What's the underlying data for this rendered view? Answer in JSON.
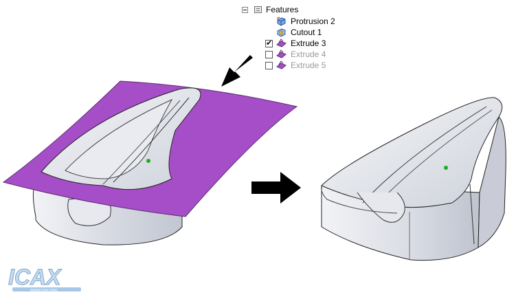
{
  "feature_tree": {
    "root_label": "Features",
    "items": [
      {
        "label": "Protrusion 2",
        "icon": "protrusion-icon",
        "checkbox": false,
        "checked": false,
        "enabled": true
      },
      {
        "label": "Cutout 1",
        "icon": "cutout-icon",
        "checkbox": false,
        "checked": false,
        "enabled": true
      },
      {
        "label": "Extrude 3",
        "icon": "extrude-surface-icon",
        "checkbox": true,
        "checked": true,
        "enabled": true
      },
      {
        "label": "Extrude 4",
        "icon": "extrude-surface-icon",
        "checkbox": true,
        "checked": false,
        "enabled": false
      },
      {
        "label": "Extrude 5",
        "icon": "extrude-surface-icon",
        "checkbox": true,
        "checked": false,
        "enabled": false
      }
    ]
  },
  "logo": {
    "text": "ICAX",
    "subtext": "WWW.ICAX.ORG"
  },
  "colors": {
    "surface_purple": "#a64ec7",
    "body_gray": "#e2e4ea",
    "arrow": "#000000",
    "origin_marker": "#1fae1f",
    "logo_blue": "#a8c7e6"
  }
}
